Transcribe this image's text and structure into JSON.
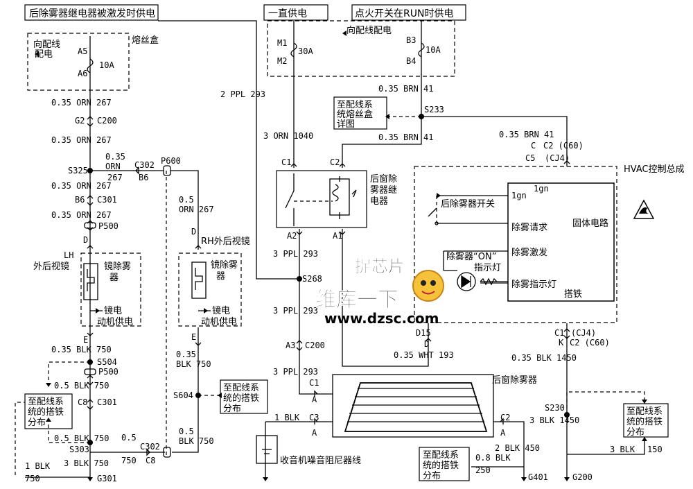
{
  "headers": {
    "rear_defog_relay": "后除雾器继电器被激发时供电",
    "always_hot": "一直供电",
    "ignition_run": "点火开关在RUN时供电"
  },
  "fuse_box": {
    "label": "熔丝盒",
    "to_distribution": "向配线配电",
    "pin_top": "A5",
    "pin_bottom": "A6",
    "rating": "10A"
  },
  "ign_fuse": {
    "to_distribution": "向配线配电",
    "pin_top": "B3",
    "pin_bottom": "B4",
    "rating": "10A"
  },
  "battery_fuse": {
    "pin_top": "M1",
    "pin_bottom": "M2",
    "rating": "30A"
  },
  "left_column": {
    "w267a": "0.35 ORN 267",
    "c200_pin": "G2",
    "c200": "C200",
    "w267b": "0.35 ORN 267",
    "s325": "S325",
    "w267c": "0.35 ORN 267",
    "c301_pin": "B6",
    "c301": "C301",
    "w267d": "0.35 ORN 267",
    "p500": "P500",
    "pin_d": "D",
    "pin_e": "E",
    "w750a": "0.35 BLK 750",
    "s504": "S504",
    "p500b": "P500",
    "w750b": "0.5 BLK 750",
    "c8": "C8",
    "c301b": "C301",
    "w750c": "0.5 BLK 750",
    "s303": "S303",
    "w750d": "3 BLK 750",
    "w1blk": "1 BLK",
    "w750e": "750",
    "g301": "G301"
  },
  "branch_rh": {
    "gauge": "0.35",
    "color": "ORN",
    "circuit": "267",
    "c302": "C302",
    "c302_pin": "B6",
    "p600": "P600",
    "w267e_gauge": "0.5",
    "w267e": "0.5 ORN 267",
    "w267e_color_circuit": "ORN 267",
    "pin_d2": "D",
    "pin_e2": "E",
    "w750f_gauge": "0.35",
    "w750f": "BLK 750",
    "s604": "S604",
    "w750g_gauge": "0.5",
    "w750g": "BLK 750",
    "c302b_gauge": "0.5",
    "c302b": "C302",
    "c302b_w": "750",
    "c302b_pin": "C8"
  },
  "lh_mirror": {
    "tag": "LH",
    "name": "外后视镜",
    "heater": "镜除雾器",
    "power": "镜电动机供电"
  },
  "rh_mirror": {
    "tag": "RH外后视镜",
    "heater": "镜除雾器",
    "power": "镜电动机供电"
  },
  "ground_refs": {
    "left": "至配线系统的搭铁分布",
    "middle": "至配线系统的搭铁分布",
    "bottom": "至配线系统的搭铁分布",
    "right": "至配线系统的搭铁分布"
  },
  "center": {
    "w293a": "2 PPL 293",
    "w1040": "3 ORN 1040",
    "w41a": "0.35 BRN 41",
    "fuse_detail": "至配线系统熔丝盒详图",
    "s233": "S233",
    "w41b": "0.35 BRN 41",
    "c1": "C1",
    "c2": "C2",
    "relay": "后窗除雾器继电器",
    "a2": "A2",
    "a1": "A1",
    "w293b": "3 PPL 293",
    "s268": "S268",
    "w293c": "3 PPL 293",
    "a3": "A3",
    "c200b": "C200",
    "w293d": "3 PPL 293",
    "w193": "0.35 WHT 193",
    "c1b": "C1",
    "a_left": "A",
    "defogger": "后窗除雾器",
    "c3": "C3",
    "a_c3": "A",
    "w1blk_c3": "1 BLK",
    "c2b": "C2",
    "a_c2": "A",
    "w450": "2 BLK 450",
    "noise": "收音机噪音阻尼器线",
    "w250a": "0.8 BLK",
    "w250b": "250",
    "g401": "G401"
  },
  "hvac": {
    "title": "HVAC控制总成",
    "w41c": "0.35 BRN 41",
    "c_pin": "C",
    "c2_c60": "C2 (C60)",
    "c5": "C5",
    "cj4": "(CJ4)",
    "ign": "1gn",
    "ign2": "1gn",
    "switch": "后除雾器开关",
    "solid_state": "固体电路",
    "request": "除雾请求",
    "activate": "除雾激发",
    "on_indicator": "除雾器“ON”指示灯",
    "indicator": "除雾指示灯",
    "ground": "搭铁",
    "d15": "D15",
    "d": "D",
    "c1_cj4": "C1",
    "cj4b": "(CJ4)",
    "k": "K",
    "c2_c60b": "C2 (C60)",
    "w1450a": "0.35 BLK 1450",
    "s230": "S230",
    "w1450b": "3 BLK 1450",
    "w150": "3 BLK",
    "w150b": "150",
    "g200": "G200"
  },
  "watermark": {
    "logo": "捉芯片",
    "brand": "维库一下",
    "url": "www.dzsc.com"
  }
}
